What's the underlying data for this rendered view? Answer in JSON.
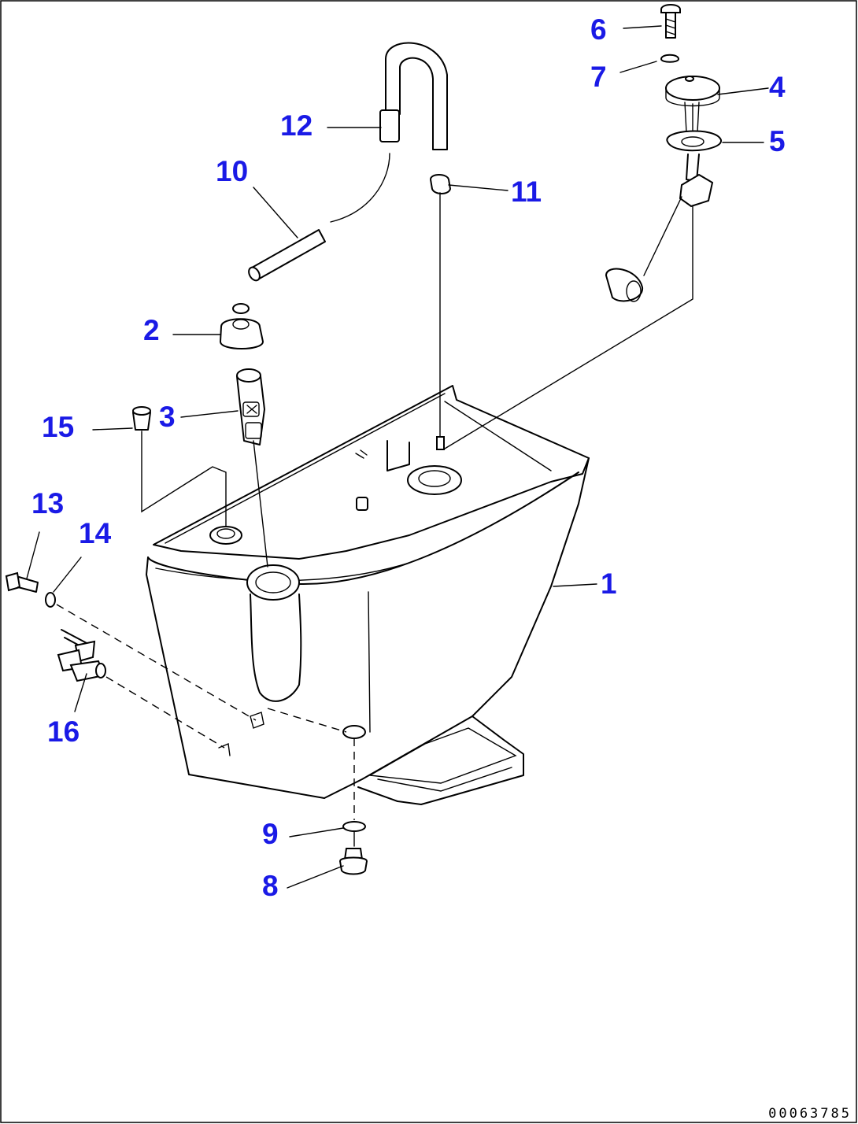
{
  "callouts": [
    {
      "id": "1",
      "label": "1"
    },
    {
      "id": "2",
      "label": "2"
    },
    {
      "id": "3",
      "label": "3"
    },
    {
      "id": "4",
      "label": "4"
    },
    {
      "id": "5",
      "label": "5"
    },
    {
      "id": "6",
      "label": "6"
    },
    {
      "id": "7",
      "label": "7"
    },
    {
      "id": "8",
      "label": "8"
    },
    {
      "id": "9",
      "label": "9"
    },
    {
      "id": "10",
      "label": "10"
    },
    {
      "id": "11",
      "label": "11"
    },
    {
      "id": "12",
      "label": "12"
    },
    {
      "id": "13",
      "label": "13"
    },
    {
      "id": "14",
      "label": "14"
    },
    {
      "id": "15",
      "label": "15"
    },
    {
      "id": "16",
      "label": "16"
    }
  ],
  "document_id": "00063785",
  "colors": {
    "callout": "#1a1ae6",
    "line": "#000000",
    "background": "#ffffff"
  }
}
